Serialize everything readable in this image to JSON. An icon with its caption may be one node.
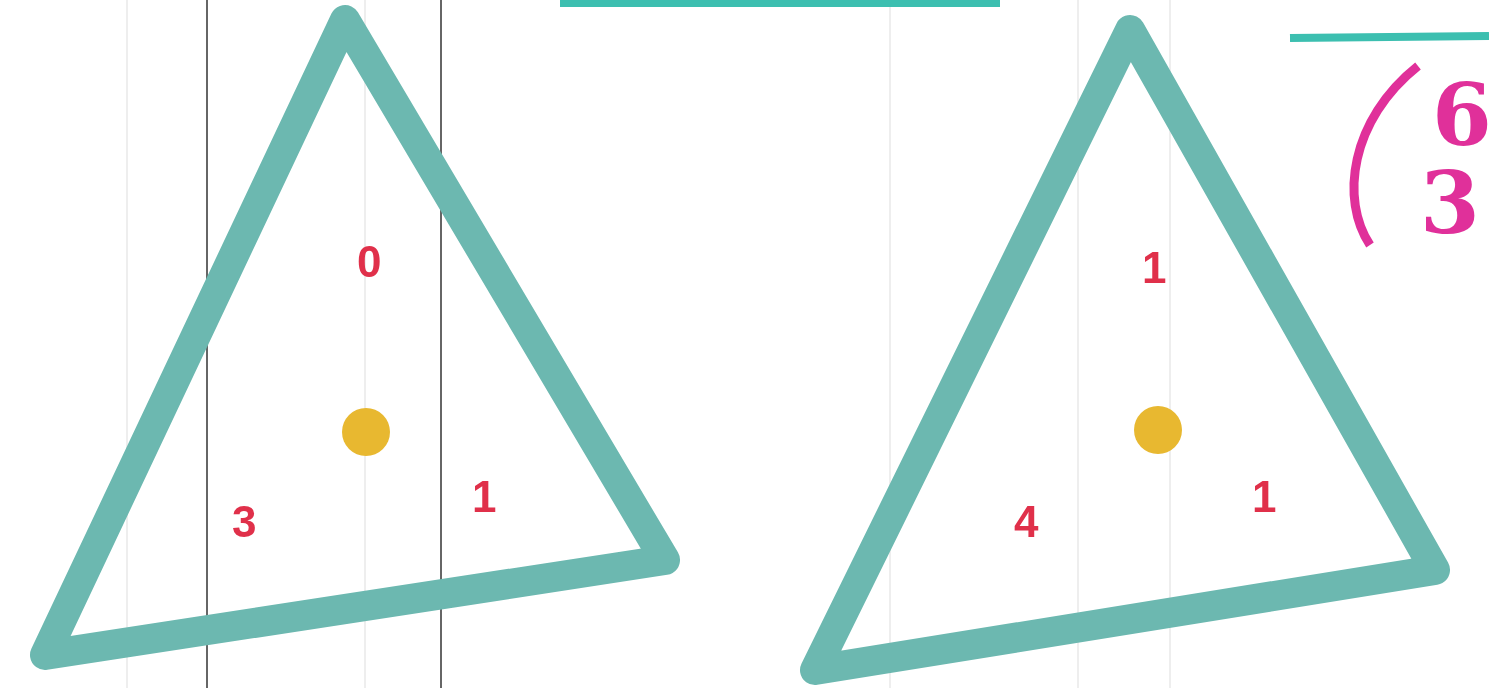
{
  "diagram": {
    "nodes": [
      {
        "text": [
          "0",
          "3",
          "1"
        ]
      },
      {
        "text": [
          "1",
          "4",
          "1"
        ]
      }
    ],
    "labels": [
      "6",
      "3"
    ]
  }
}
